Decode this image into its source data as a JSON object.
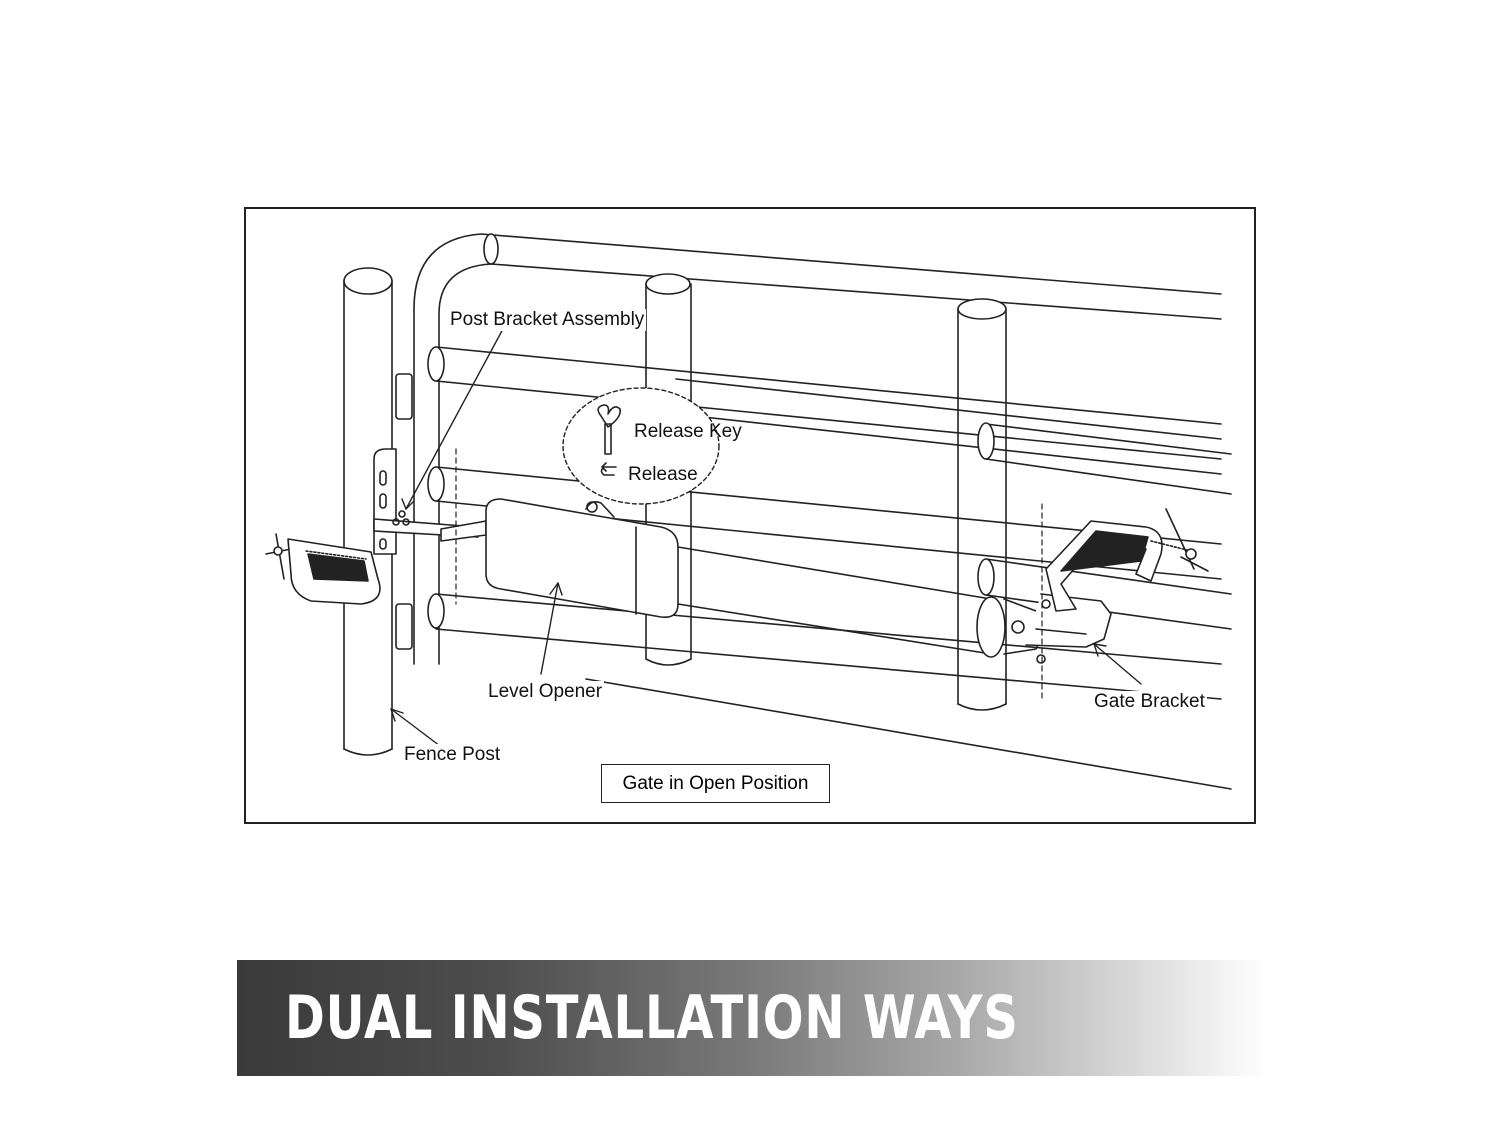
{
  "diagram": {
    "labels": {
      "post_bracket_assembly": "Post Bracket Assembly",
      "release_key": "Release Key",
      "release": "Release",
      "level_opener": "Level Opener",
      "fence_post": "Fence Post",
      "gate_bracket": "Gate Bracket"
    },
    "caption": "Gate in Open Position"
  },
  "banner": {
    "title": "DUAL INSTALLATION WAYS"
  },
  "colors": {
    "line": "#222222",
    "banner_dark": "#3a3a3a"
  }
}
